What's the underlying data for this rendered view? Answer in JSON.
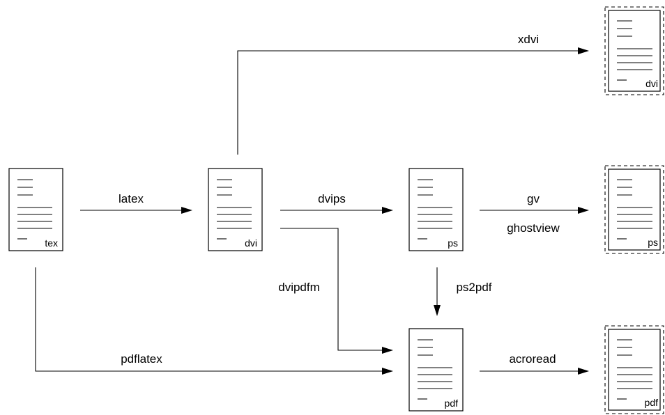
{
  "documents": {
    "tex": "tex",
    "dvi": "dvi",
    "ps": "ps",
    "pdf": "pdf",
    "xdvi_view": "dvi",
    "gv_view": "ps",
    "acroread_view": "pdf"
  },
  "edges": {
    "latex": "latex",
    "dvips": "dvips",
    "gv": "gv",
    "ghostview": "ghostview",
    "xdvi": "xdvi",
    "dvipdfm": "dvipdfm",
    "ps2pdf": "ps2pdf",
    "pdflatex": "pdflatex",
    "acroread": "acroread"
  }
}
